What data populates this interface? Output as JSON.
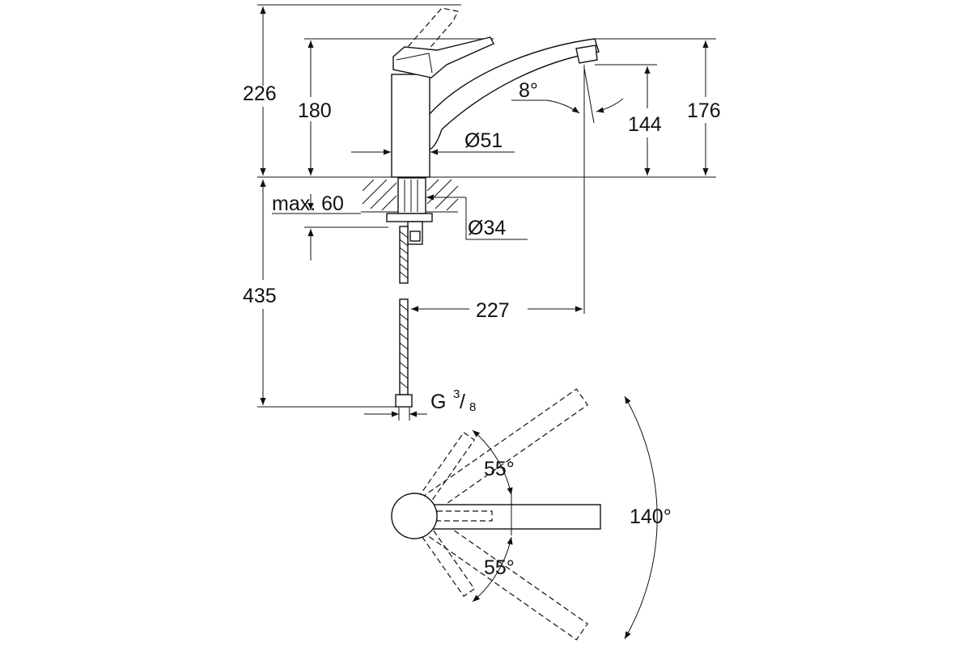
{
  "dimensions": {
    "total_height": "226",
    "body_height": "180",
    "spout_height": "176",
    "aerator_height": "144",
    "spout_angle": "8°",
    "body_diameter": "Ø51",
    "max_thickness": "max. 60",
    "hole_diameter": "Ø34",
    "hose_length": "435",
    "reach": "227",
    "thread_prefix": "G",
    "thread_numerator": "3",
    "thread_slash": "/",
    "thread_denominator": "8",
    "swivel_angle_total": "140°",
    "swivel_angle_up": "55°",
    "swivel_angle_down": "55°"
  },
  "colors": {
    "line": "#111111",
    "background": "#ffffff"
  }
}
